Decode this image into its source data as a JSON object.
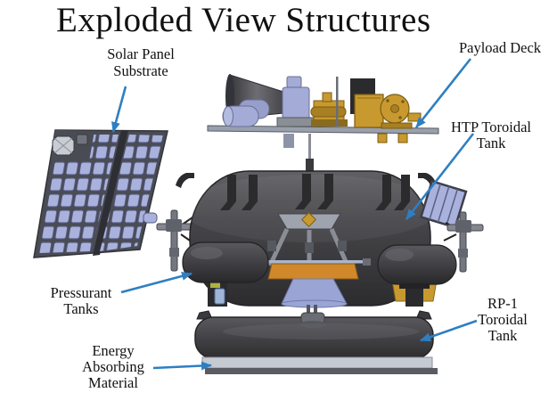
{
  "title": "Exploded View Structures",
  "labels": {
    "solar_panel_substrate": {
      "lines": [
        "Solar Panel",
        "Substrate"
      ]
    },
    "payload_deck": {
      "lines": [
        "Payload Deck"
      ]
    },
    "htp_toroidal_tank": {
      "lines": [
        "HTP Toroidal",
        "Tank"
      ]
    },
    "pressurant_tanks": {
      "lines": [
        "Pressurant",
        "Tanks"
      ]
    },
    "rp1_toroidal_tank": {
      "lines": [
        "RP-1",
        "Toroidal",
        "Tank"
      ]
    },
    "energy_absorbing_material": {
      "lines": [
        "Energy",
        "Absorbing",
        "Material"
      ]
    }
  },
  "colors": {
    "background": "#ffffff",
    "text": "#111111",
    "leader_arrow": "#2e7fc2",
    "panel_frame": "#4a4c55",
    "solar_cell": "#a9b1dd",
    "tank_dark": "#3d3d40",
    "pressurant_dark": "#353538",
    "gold_component": "#c8992f",
    "engine_mount_orange": "#d0882a",
    "nozzle_periwinkle": "#9aa5d6",
    "deck_plate": "#9aa0ab",
    "periwinkle_component": "#a3abd6",
    "energy_layer_silver": "#c6cad2",
    "base_strip": "#595c62"
  }
}
